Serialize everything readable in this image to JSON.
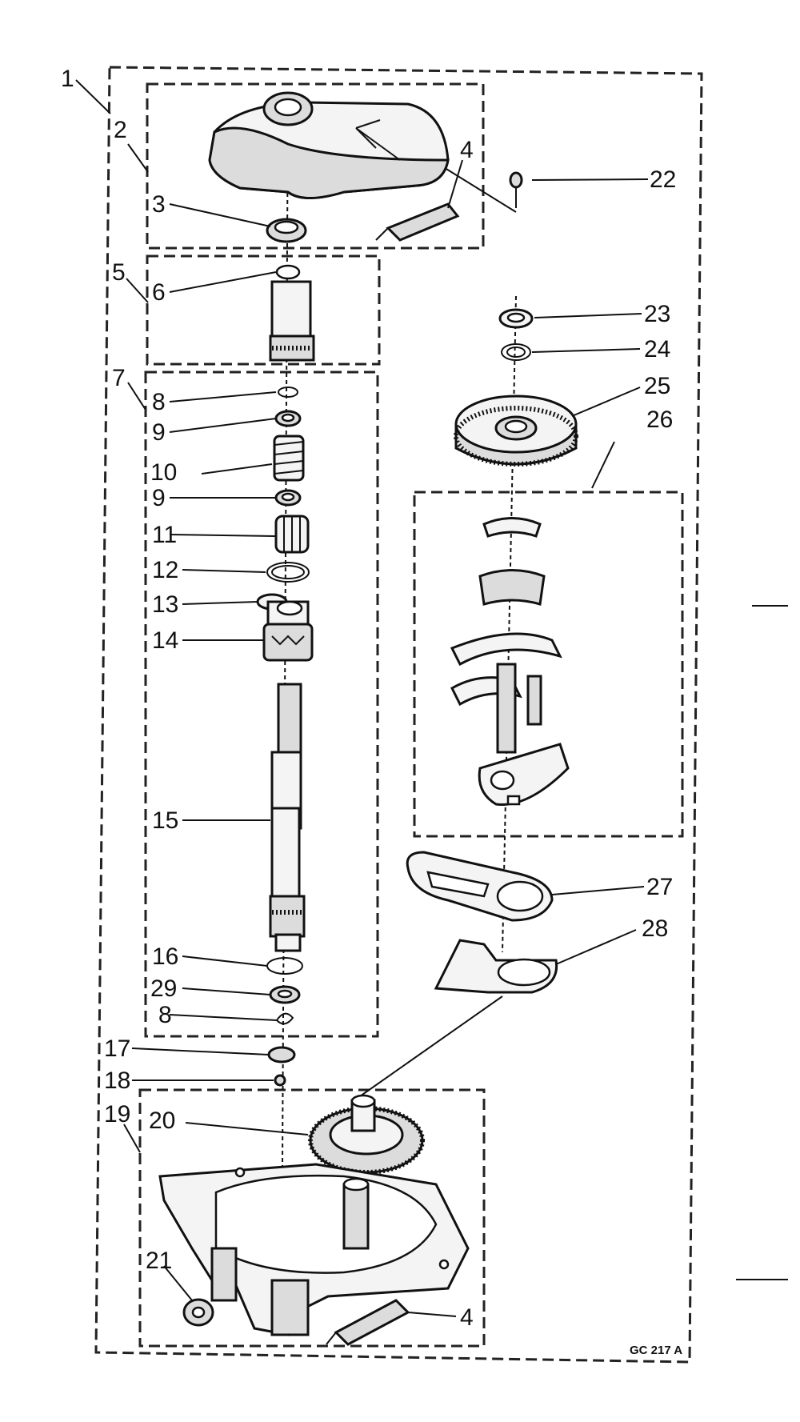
{
  "diagram": {
    "reference_code": "GC 217 A",
    "callouts": [
      {
        "id": "c1",
        "text": "1"
      },
      {
        "id": "c2",
        "text": "2"
      },
      {
        "id": "c3",
        "text": "3"
      },
      {
        "id": "c4a",
        "text": "4"
      },
      {
        "id": "c22",
        "text": "22"
      },
      {
        "id": "c5",
        "text": "5"
      },
      {
        "id": "c6",
        "text": "6"
      },
      {
        "id": "c7",
        "text": "7"
      },
      {
        "id": "c8a",
        "text": "8"
      },
      {
        "id": "c9a",
        "text": "9"
      },
      {
        "id": "c10",
        "text": "10"
      },
      {
        "id": "c9b",
        "text": "9"
      },
      {
        "id": "c11",
        "text": "11"
      },
      {
        "id": "c12",
        "text": "12"
      },
      {
        "id": "c13",
        "text": "13"
      },
      {
        "id": "c14",
        "text": "14"
      },
      {
        "id": "c15",
        "text": "15"
      },
      {
        "id": "c16",
        "text": "16"
      },
      {
        "id": "c29",
        "text": "29"
      },
      {
        "id": "c8b",
        "text": "8"
      },
      {
        "id": "c17",
        "text": "17"
      },
      {
        "id": "c18",
        "text": "18"
      },
      {
        "id": "c19",
        "text": "19"
      },
      {
        "id": "c20",
        "text": "20"
      },
      {
        "id": "c21",
        "text": "21"
      },
      {
        "id": "c4b",
        "text": "4"
      },
      {
        "id": "c23",
        "text": "23"
      },
      {
        "id": "c24",
        "text": "24"
      },
      {
        "id": "c25",
        "text": "25"
      },
      {
        "id": "c26",
        "text": "26"
      },
      {
        "id": "c27",
        "text": "27"
      },
      {
        "id": "c28",
        "text": "28"
      }
    ]
  }
}
